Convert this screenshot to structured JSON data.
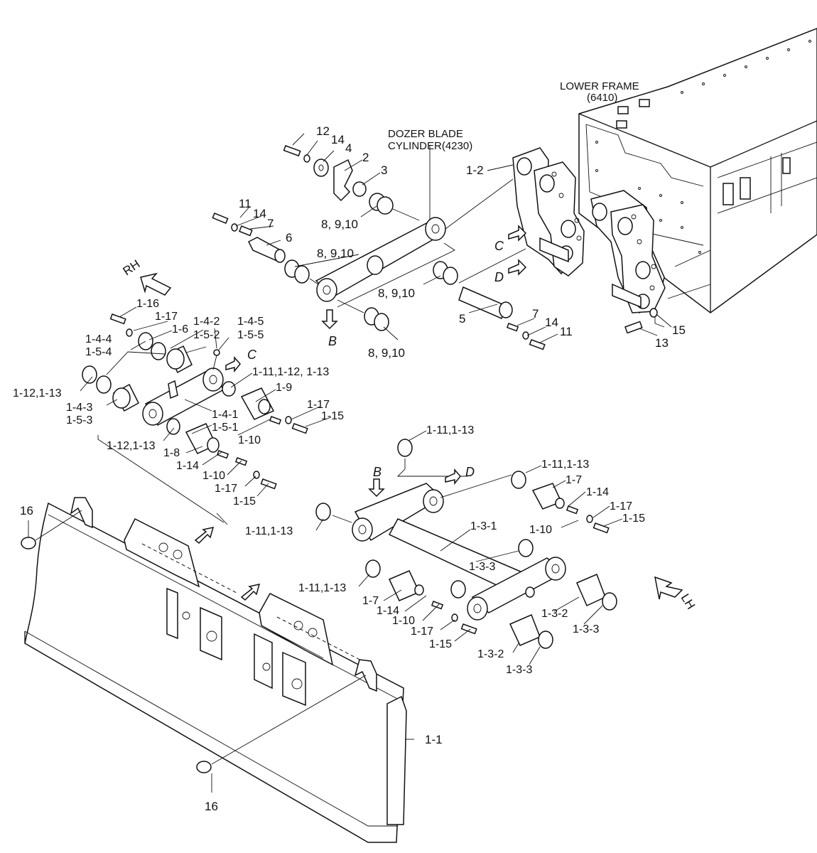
{
  "titles": {
    "lower_frame": "LOWER FRAME",
    "lower_frame_ref": "(6410)",
    "dozer_cylinder_1": "DOZER BLADE",
    "dozer_cylinder_2": "CYLINDER(4230)"
  },
  "direction": {
    "rh": "RH",
    "lh": "LH"
  },
  "view_markers": {
    "b": "B",
    "c": "C",
    "d": "D"
  },
  "callouts": {
    "c12": "12",
    "c14a": "14",
    "c4": "4",
    "c2": "2",
    "c3": "3",
    "c11a": "11",
    "c14b": "14",
    "c7a": "7",
    "c6": "6",
    "c8910a": "8, 9,10",
    "c8910b": "8, 9,10",
    "c8910c": "8, 9,10",
    "c8910d": "8, 9,10",
    "c5": "5",
    "c7b": "7",
    "c14c": "14",
    "c11b": "11",
    "c1_2": "1-2",
    "c13": "13",
    "c15": "15",
    "c1_16": "1-16",
    "c1_17a": "1-17",
    "c1_4_4": "1-4-4",
    "c1_6": "1-6",
    "c1_4_2": "1-4-2",
    "c1_4_5": "1-4-5",
    "c1_5_4": "1-5-4",
    "c1_5_2": "1-5-2",
    "c1_5_5": "1-5-5",
    "c1_12_13a": "1-12,1-13",
    "c1_11_12_13": "1-11,1-12, 1-13",
    "c1_4_3": "1-4-3",
    "c1_5_3": "1-5-3",
    "c1_9": "1-9",
    "c1_4_1": "1-4-1",
    "c1_17b": "1-17",
    "c1_15a": "1-15",
    "c1_5_1": "1-5-1",
    "c1_10a": "1-10",
    "c1_12_13b": "1-12,1-13",
    "c1_8": "1-8",
    "c1_14a": "1-14",
    "c1_10b": "1-10",
    "c1_17c": "1-17",
    "c1_15b": "1-15",
    "c1_11_13a": "1-11,1-13",
    "c1_11_13b": "1-11,1-13",
    "c1_7a": "1-7",
    "c1_14b": "1-14",
    "c1_17d": "1-17",
    "c1_15c": "1-15",
    "c1_10c": "1-10",
    "c1_11_13c": "1-11,1-13",
    "c1_3_1": "1-3-1",
    "c1_3_3a": "1-3-3",
    "c1_11_13d": "1-11,1-13",
    "c1_7b": "1-7",
    "c1_14c": "1-14",
    "c1_10d": "1-10",
    "c1_17e": "1-17",
    "c1_15d": "1-15",
    "c1_3_2a": "1-3-2",
    "c1_3_3b": "1-3-3",
    "c1_3_2b": "1-3-2",
    "c1_3_3c": "1-3-3",
    "c16a": "16",
    "c16b": "16",
    "c1_1": "1-1"
  }
}
